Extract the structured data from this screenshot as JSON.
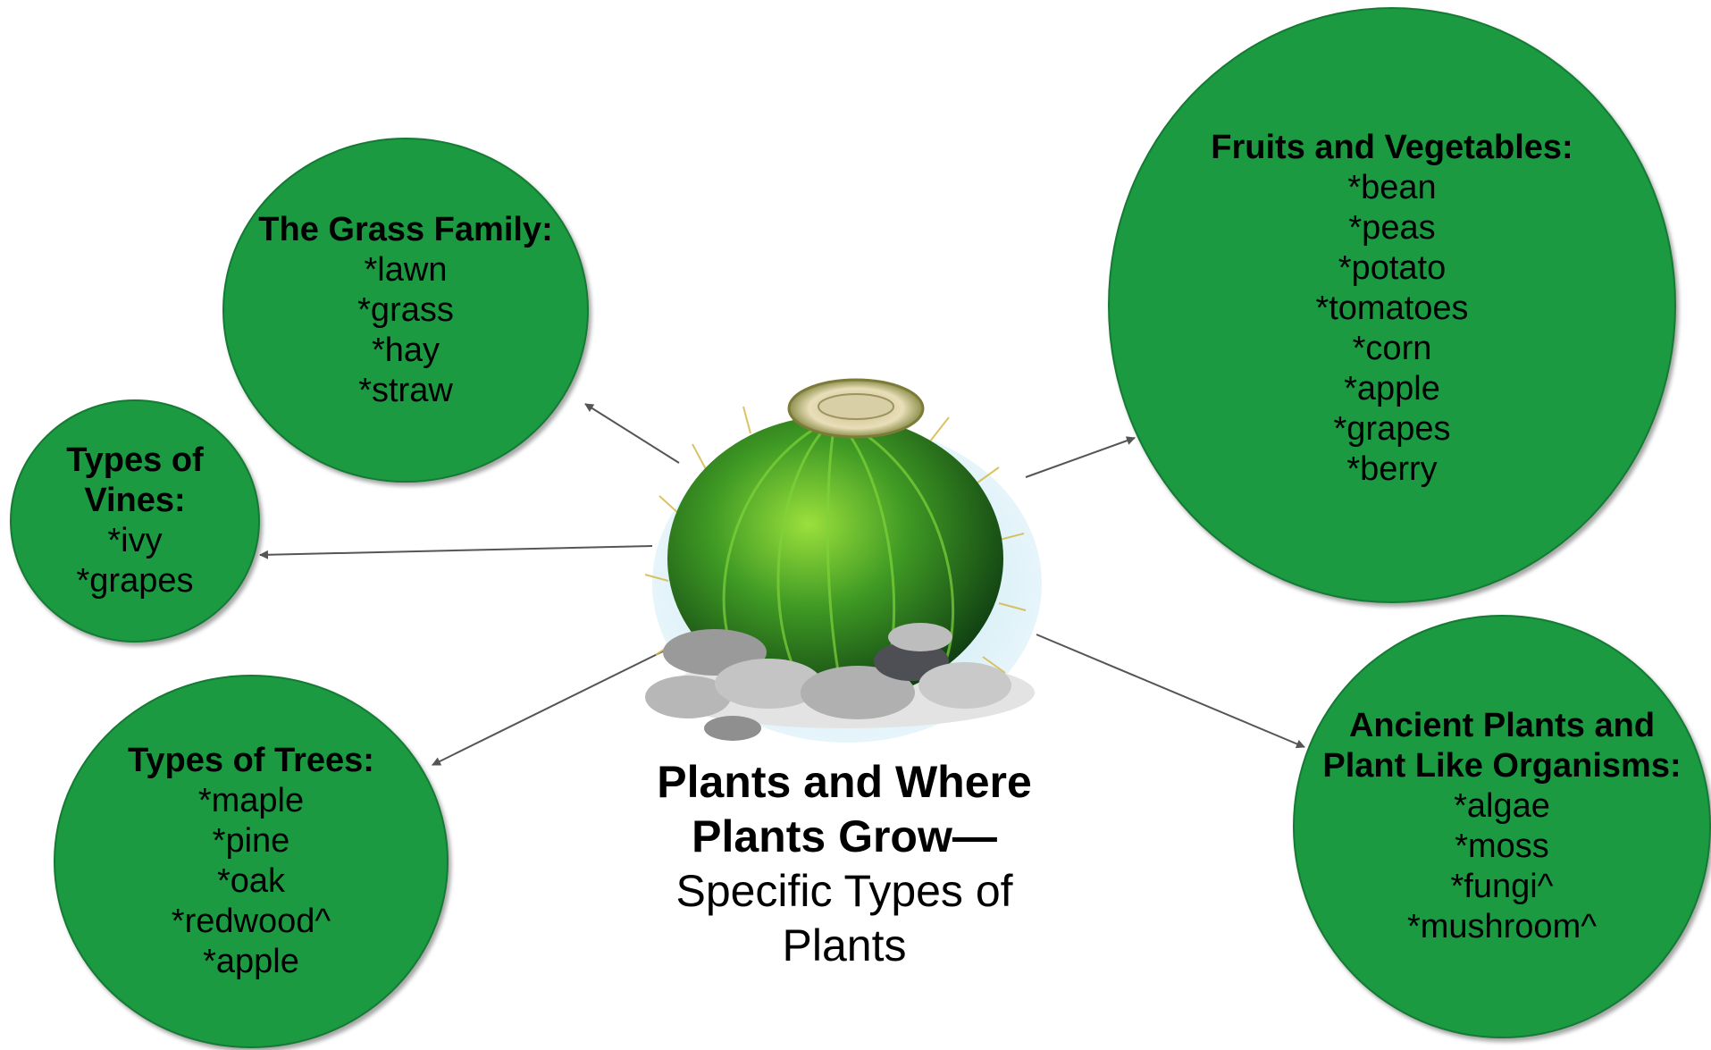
{
  "center": {
    "title": "Plants and Where Plants Grow—",
    "subtitle": "Specific Types of Plants"
  },
  "nodes": {
    "grass": {
      "heading": "The Grass Family:",
      "items": [
        "*lawn",
        "*grass",
        "*hay",
        "*straw"
      ]
    },
    "vines": {
      "heading": "Types of Vines:",
      "items": [
        "*ivy",
        "*grapes"
      ]
    },
    "trees": {
      "heading": "Types of Trees:",
      "items": [
        "*maple",
        "*pine",
        "*oak",
        "*redwood^",
        "*apple"
      ]
    },
    "fruits": {
      "heading": "Fruits and Vegetables:",
      "items": [
        "*bean",
        "*peas",
        "*potato",
        "*tomatoes",
        "*corn",
        "*apple",
        "*grapes",
        "*berry"
      ]
    },
    "ancient": {
      "heading": "Ancient Plants and Plant Like Organisms:",
      "items": [
        "*algae",
        "*moss",
        "*fungi^",
        "*mushroom^"
      ]
    }
  },
  "colors": {
    "node_fill": "#1b9a42",
    "arrow": "#555555"
  },
  "icons": {
    "center_image": "barrel-cactus-illustration"
  }
}
